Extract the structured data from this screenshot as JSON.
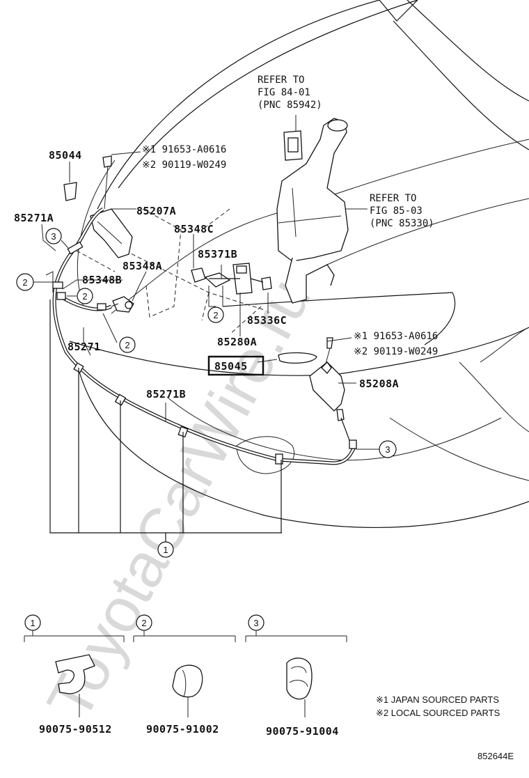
{
  "watermark": "ToyotaCarWire.ru",
  "refs": {
    "ref1": [
      "REFER TO",
      "FIG 84-01",
      "(PNC 85942)"
    ],
    "ref2": [
      "REFER TO",
      "FIG 85-03",
      "(PNC 85330)"
    ]
  },
  "pnc": {
    "p85044": "85044",
    "p85271A": "85271A",
    "p85207A": "85207A",
    "p85348C": "85348C",
    "p85371B": "85371B",
    "p85348A": "85348A",
    "p85348B": "85348B",
    "p85336C": "85336C",
    "p85271": "85271",
    "p85280A": "85280A",
    "p85045": "85045",
    "p85208A": "85208A",
    "p85271B": "85271B"
  },
  "fasteners": {
    "top": {
      "j": "※1 91653-A0616",
      "l": "※2 90119-W0249"
    },
    "mid": {
      "j": "※1 91653-A0616",
      "l": "※2 90119-W0249"
    }
  },
  "callouts": {
    "c1": "1",
    "c2": "2",
    "c3": "3"
  },
  "clips": [
    {
      "num": "1",
      "part": "90075-90512"
    },
    {
      "num": "2",
      "part": "90075-91002"
    },
    {
      "num": "3",
      "part": "90075-91004"
    }
  ],
  "legend": {
    "j": "※1 JAPAN SOURCED PARTS",
    "l": "※2 LOCAL SOURCED PARTS"
  },
  "figure_id": "852644E",
  "colors": {
    "highlight_box": "#111111",
    "watermark": "#d9d9d9"
  }
}
